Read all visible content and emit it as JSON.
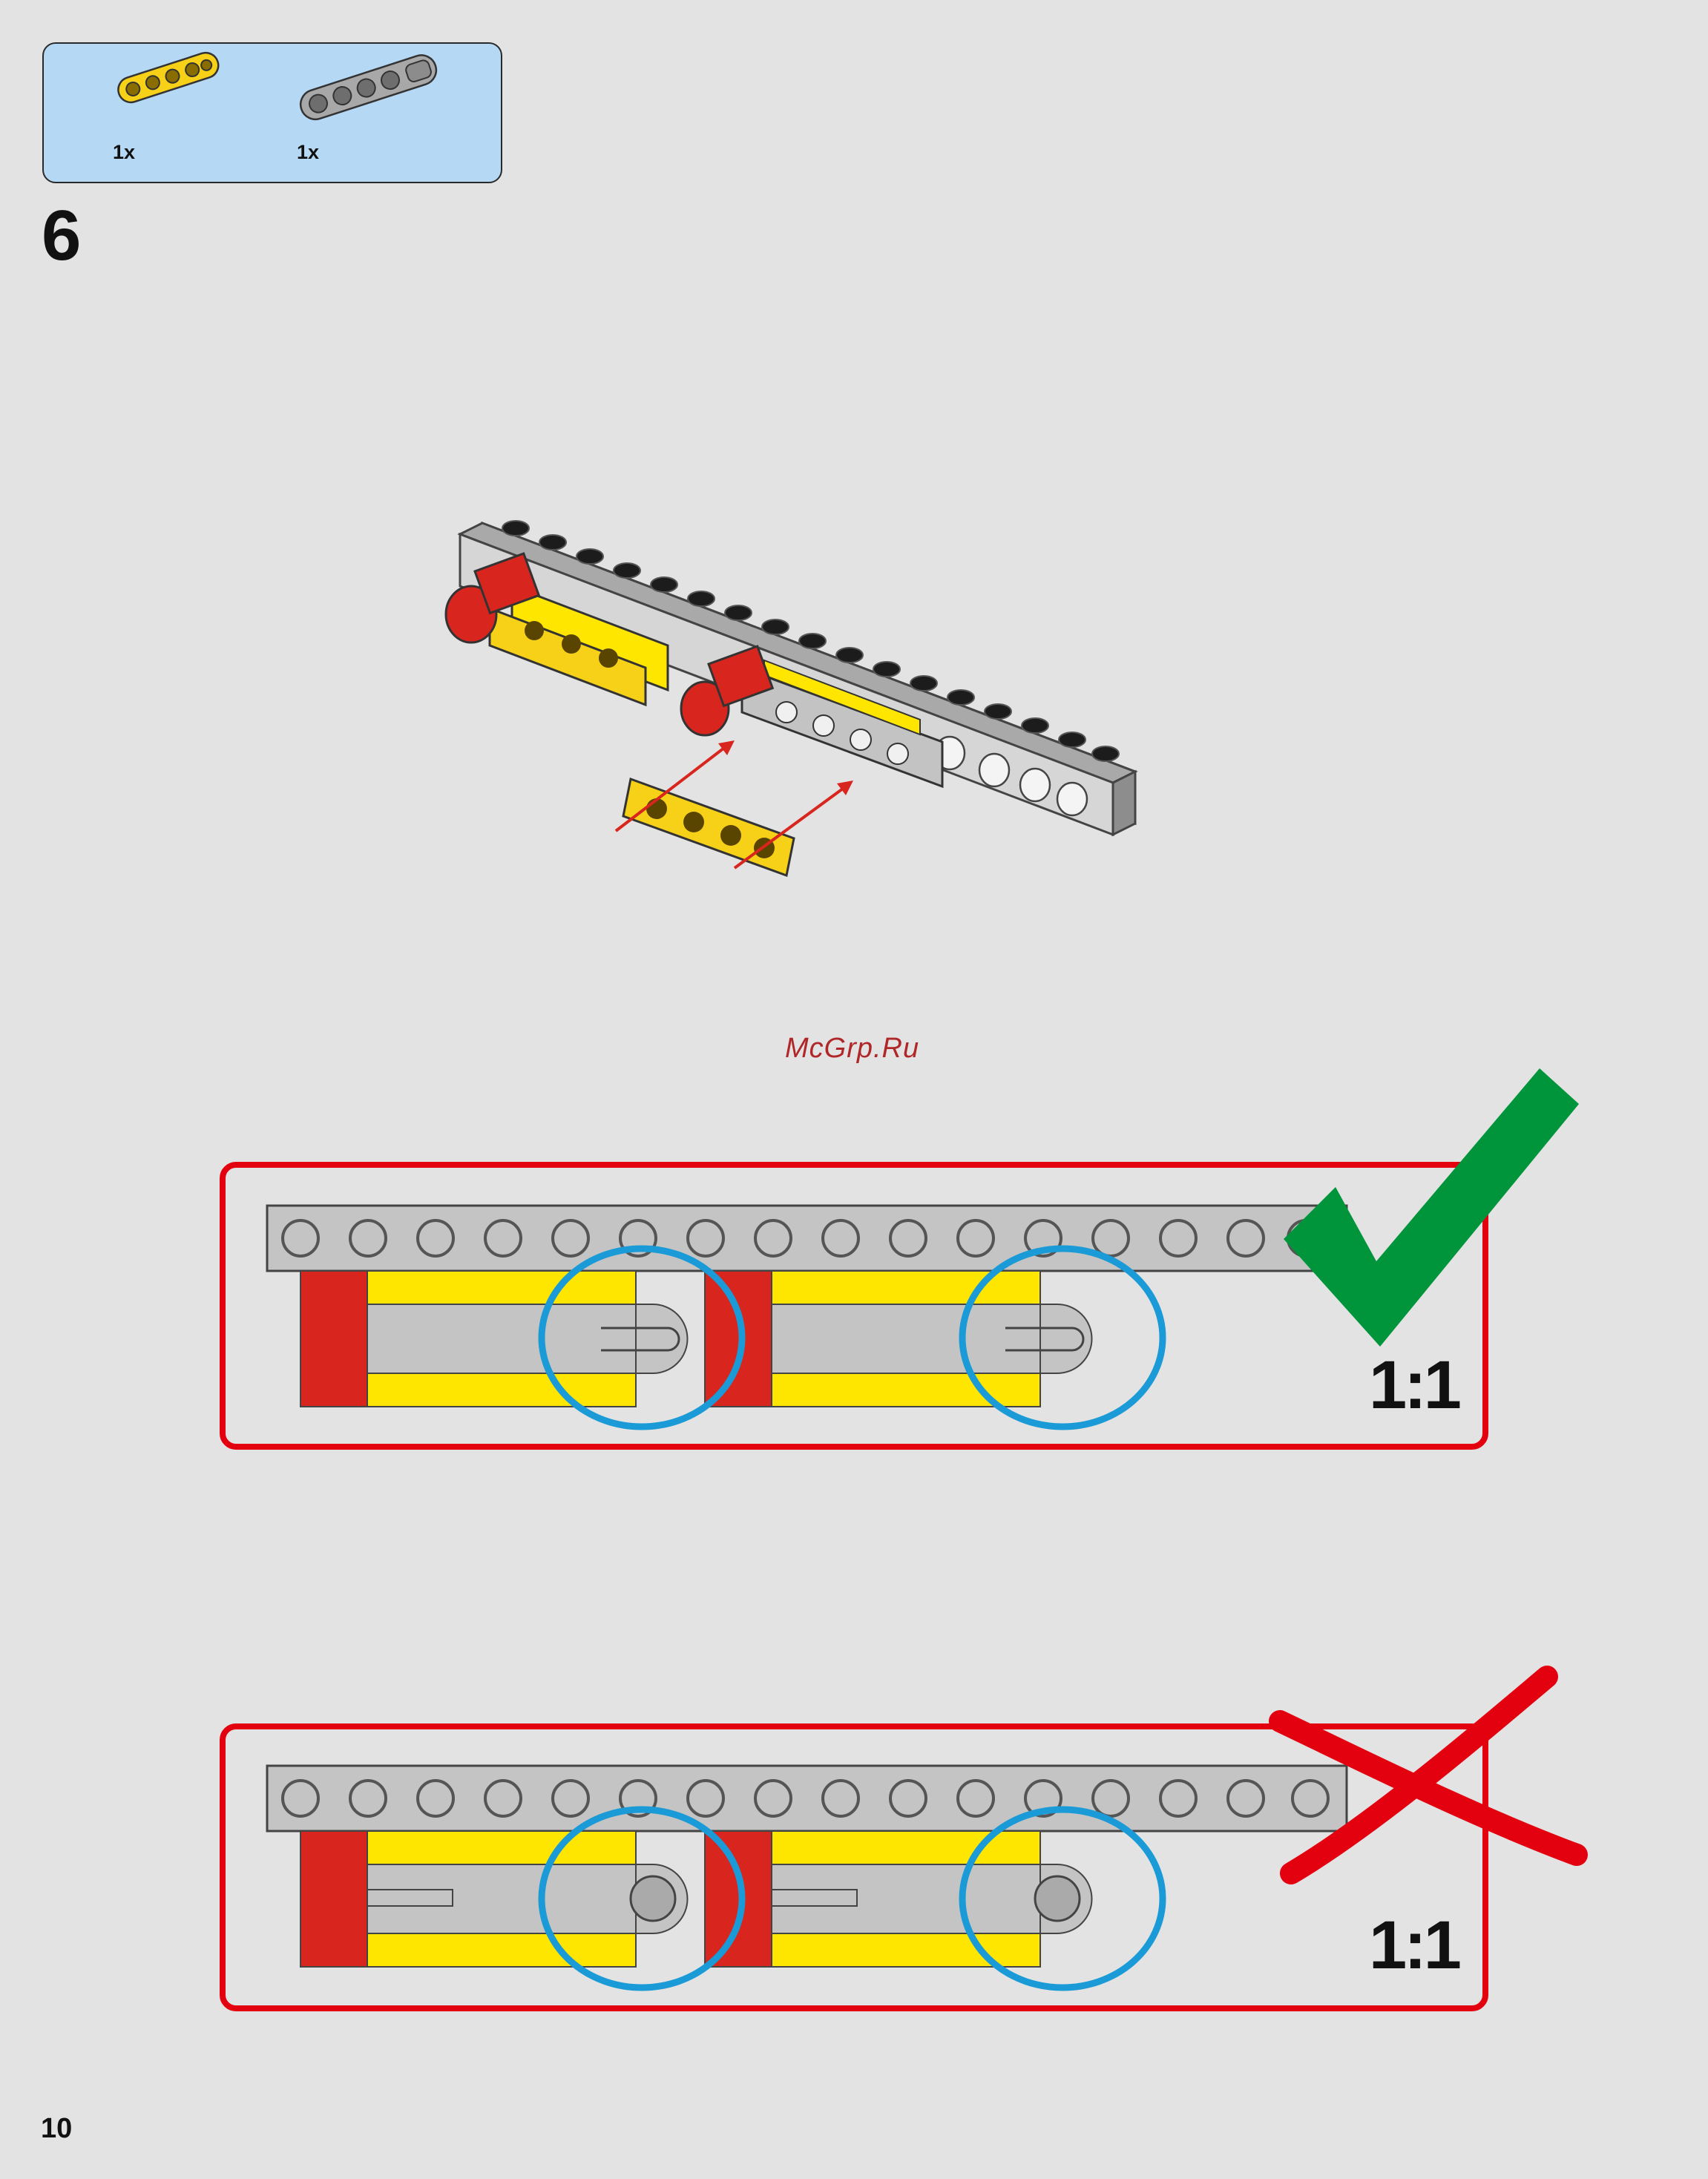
{
  "parts_list": {
    "items": [
      {
        "part": "yellow-technic-beam-icon",
        "quantity": "1x",
        "color": "#f7d117"
      },
      {
        "part": "gray-technic-beam-icon",
        "quantity": "1x",
        "color": "#a8a8a8"
      }
    ]
  },
  "step": {
    "number": "6"
  },
  "watermark": "McGrp.Ru",
  "callouts": [
    {
      "verdict": "correct",
      "scale": "1:1",
      "mark": "green-checkmark-icon",
      "mark_color": "#00953a"
    },
    {
      "verdict": "incorrect",
      "scale": "1:1",
      "mark": "red-cross-icon",
      "mark_color": "#e3000f"
    }
  ],
  "colors": {
    "frame": "#e3000f",
    "highlight_circle": "#1a9ad6",
    "brick_red": "#d8251e",
    "brick_yellow": "#ffe600",
    "brick_gray": "#bdbdbd",
    "stud_black": "#1c1c1c"
  },
  "page": {
    "number": "10"
  }
}
